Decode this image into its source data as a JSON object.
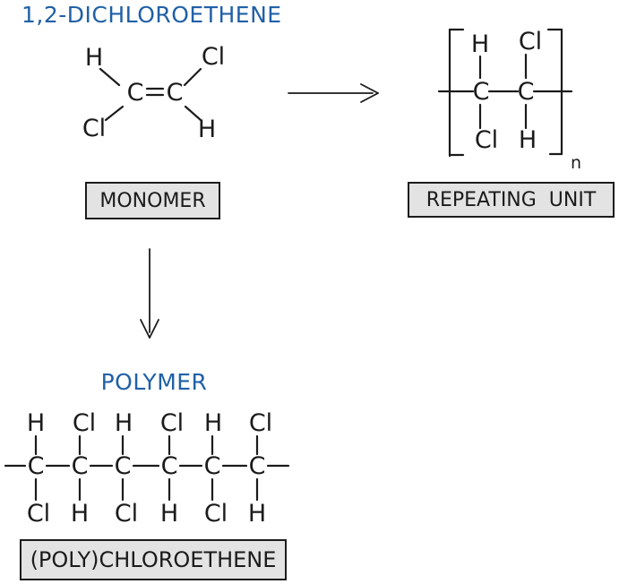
{
  "title": "1,2-DICHLOROETHENE",
  "colors": {
    "accent_blue": "#2160a6",
    "ink": "#1b1b1b",
    "box_fill": "#e3e3e3",
    "box_border": "#1c1c1c",
    "background": "#ffffff"
  },
  "monomer": {
    "box_label": "MONOMER",
    "atoms": {
      "top_left": "H",
      "top_right": "Cl",
      "c_left": "C",
      "c_right": "C",
      "bottom_left": "Cl",
      "bottom_right": "H"
    }
  },
  "repeating_unit": {
    "box_label": "REPEATING  UNIT",
    "subscript": "n",
    "atoms": {
      "top_left": "H",
      "top_right": "Cl",
      "c_left": "C",
      "c_right": "C",
      "bottom_left": "Cl",
      "bottom_right": "H"
    }
  },
  "polymer": {
    "heading": "POLYMER",
    "box_label": "(POLY)CHLOROETHENE",
    "chain": {
      "carbons": [
        "C",
        "C",
        "C",
        "C",
        "C",
        "C"
      ],
      "top": [
        "H",
        "Cl",
        "H",
        "Cl",
        "H",
        "Cl"
      ],
      "bottom": [
        "Cl",
        "H",
        "Cl",
        "H",
        "Cl",
        "H"
      ]
    }
  }
}
